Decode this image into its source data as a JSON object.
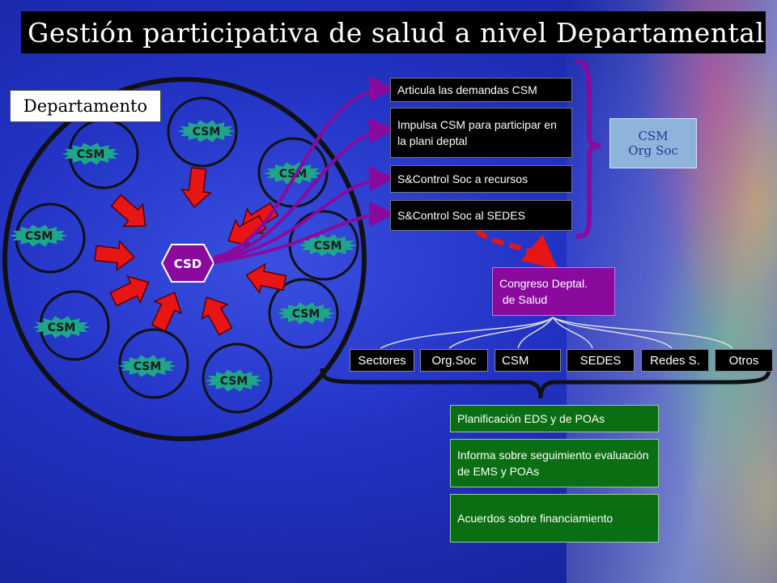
{
  "title": "Gestión participativa de salud a nivel Departamental",
  "department_label": "Departamento",
  "center_label": "CSD",
  "csm_label": "CSM",
  "right_boxes": [
    "Articula las demandas CSM",
    "Impulsa CSM para participar en la plani deptal",
    "S&Control Soc a recursos",
    "S&Control Soc al SEDES"
  ],
  "csm_org": {
    "line1": "CSM",
    "line2": "Org Soc"
  },
  "congress": {
    "line1": "Congreso Deptal.",
    "line2": " de Salud"
  },
  "categories": [
    "Sectores",
    "Org.Soc",
    "CSM",
    "SEDES",
    "Redes S.",
    "Otros"
  ],
  "outcomes": [
    "Planificación EDS y de POAs",
    "Informa sobre seguimiento evaluación de EMS y POAs",
    "Acuerdos sobre financiamiento"
  ],
  "colors": {
    "background": "#2233c4",
    "csm_badge": "#1fa58a",
    "csd_badge": "#8a0a9e",
    "arrow": "#e81515",
    "connector": "#8a0a9e"
  }
}
